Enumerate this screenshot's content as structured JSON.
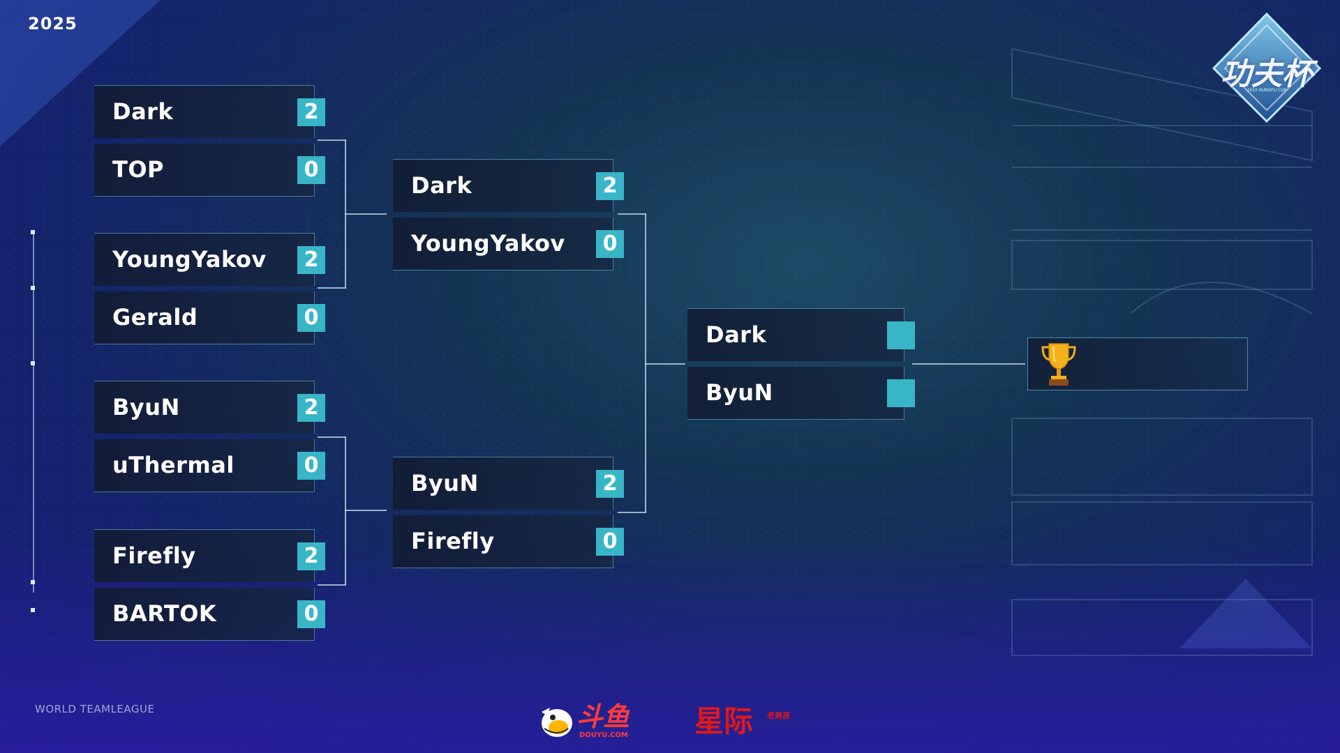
{
  "year": "2025",
  "footer_left": "WORLD TEAMLEAGUE",
  "logo": {
    "title": "功夫杯",
    "subtitle": "2025 KUNGFU CUP"
  },
  "sponsors": {
    "douyu": {
      "name": "斗鱼",
      "url_text": "DOUYU.COM"
    },
    "xingji": {
      "name": "星际",
      "tag": "老男孩"
    }
  },
  "round1": [
    {
      "top": {
        "name": "Dark",
        "score": "2"
      },
      "bottom": {
        "name": "TOP",
        "score": "0"
      }
    },
    {
      "top": {
        "name": "YoungYakov",
        "score": "2"
      },
      "bottom": {
        "name": "Gerald",
        "score": "0"
      }
    },
    {
      "top": {
        "name": "ByuN",
        "score": "2"
      },
      "bottom": {
        "name": "uThermal",
        "score": "0"
      }
    },
    {
      "top": {
        "name": "Firefly",
        "score": "2"
      },
      "bottom": {
        "name": "BARTOK",
        "score": "0"
      }
    }
  ],
  "round2": [
    {
      "top": {
        "name": "Dark",
        "score": "2"
      },
      "bottom": {
        "name": "YoungYakov",
        "score": "0"
      }
    },
    {
      "top": {
        "name": "ByuN",
        "score": "2"
      },
      "bottom": {
        "name": "Firefly",
        "score": "0"
      }
    }
  ],
  "final": {
    "top": {
      "name": "Dark",
      "score": ""
    },
    "bottom": {
      "name": "ByuN",
      "score": ""
    }
  },
  "colors": {
    "score_bg": "#38b6c8",
    "line": "#c8e1f0",
    "accent": "#2a1fa0"
  }
}
